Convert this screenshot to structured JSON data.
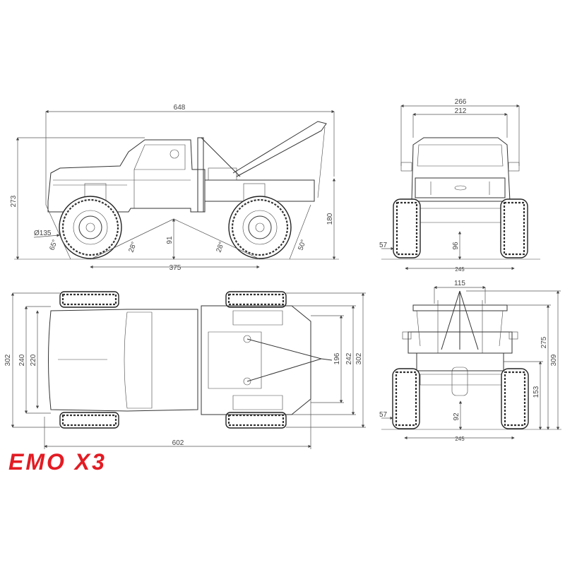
{
  "title": "EMO X3",
  "brand_color": "#e31b23",
  "side_view": {
    "overall_length": "648",
    "height": "273",
    "tow_height": "180",
    "ground_clearance": "91",
    "wheelbase": "375",
    "tire_diameter": "Ø135",
    "approach_angle": "65°",
    "breakover_front": "28°",
    "breakover_rear": "28°",
    "departure_angle": "50°"
  },
  "front_view": {
    "overall_width": "266",
    "body_width": "212",
    "tire_width": "57",
    "ground_clearance": "96",
    "track_width": "245"
  },
  "top_view": {
    "overall_width": "302",
    "body_width": "240",
    "hood_width": "220",
    "overall_length": "602",
    "bed_inner": "196",
    "bed_width": "242",
    "overall_width_right": "302"
  },
  "rear_view": {
    "boom_width": "115",
    "overall_height": "309",
    "rack_height": "275",
    "bed_height": "153",
    "ground_clearance": "92",
    "tire_width": "57",
    "track_width": "245"
  }
}
